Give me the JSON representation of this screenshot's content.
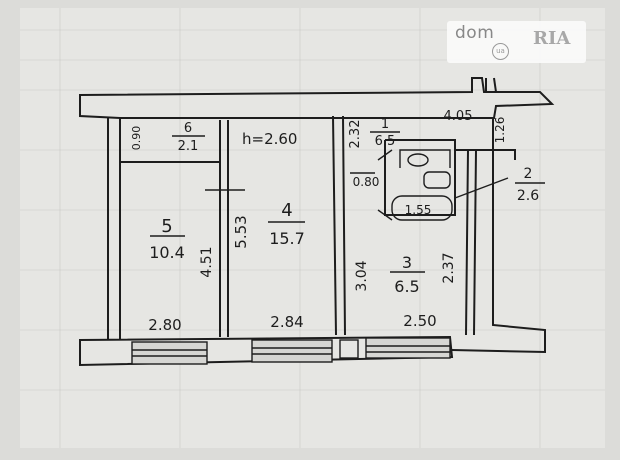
{
  "ceiling_height": "h=2.60",
  "watermark": {
    "text_dom": "dom",
    "text_ria": "RIA",
    "text_ua": "ua"
  },
  "rooms": [
    {
      "number": "5",
      "area": "10.4"
    },
    {
      "number": "4",
      "area": "15.7"
    },
    {
      "number": "3",
      "area": "6.5"
    },
    {
      "number": "6",
      "area": "2.1"
    },
    {
      "number": "1",
      "area": "6.5"
    },
    {
      "number": "2",
      "area": "2.6"
    }
  ],
  "dimensions": {
    "room5_width": "2.80",
    "room4_width": "2.84",
    "room3_width": "2.50",
    "room5_depth": "4.51",
    "room4_depth": "5.53",
    "room3_depth_left": "3.04",
    "room3_depth_right": "2.37",
    "pantry_depth": "0.90",
    "hall_depth": "2.32",
    "hall_width": "4.05",
    "bath_depth": "1.26",
    "wc_width": "0.80",
    "bath_width": "1.55"
  }
}
